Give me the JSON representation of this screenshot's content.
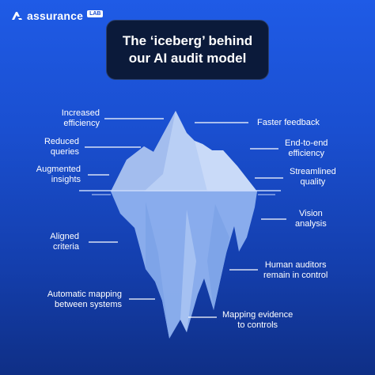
{
  "brand": {
    "logo_text": "assurance",
    "logo_badge": "LAB"
  },
  "title": {
    "line1": "The ‘iceberg’ behind",
    "line2": "our AI audit model"
  },
  "labels_above": {
    "increased_efficiency": [
      "Increased",
      "efficiency"
    ],
    "faster_feedback": [
      "Faster feedback"
    ],
    "reduced_queries": [
      "Reduced",
      "queries"
    ],
    "end_to_end_efficiency": [
      "End-to-end",
      "efficiency"
    ],
    "augmented_insights": [
      "Augmented",
      "insights"
    ],
    "streamlined_quality": [
      "Streamlined",
      "quality"
    ]
  },
  "labels_below": {
    "vision_analysis": [
      "Vision",
      "analysis"
    ],
    "aligned_criteria": [
      "Aligned",
      "criteria"
    ],
    "human_auditors": [
      "Human auditors",
      "remain in control"
    ],
    "automatic_mapping": [
      "Automatic mapping",
      "between systems"
    ],
    "mapping_evidence": [
      "Mapping evidence",
      "to controls"
    ]
  },
  "colors": {
    "bg_top": "#1f5be6",
    "bg_bottom": "#0f2f86",
    "title_bg": "#0b1a3a",
    "ice_top": "#b9cff5",
    "ice_under": "#8fb2ef",
    "text": "#ffffff"
  }
}
